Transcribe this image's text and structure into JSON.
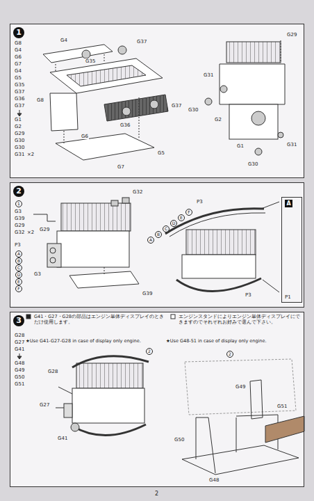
{
  "diagram": {
    "nodes": [
      {
        "text": [
          "1"
        ]
      },
      {
        "text": [
          "2"
        ]
      },
      {
        "text": [
          "3"
        ]
      },
      {
        "text": [
          "A",
          "P1"
        ],
        "in": 1
      }
    ],
    "labels": [
      "G8",
      "G4",
      "G6",
      "G7",
      "G4",
      "G5",
      "G35",
      "G37",
      "G36",
      "G37",
      "G1",
      "G2",
      "G29",
      "G30",
      "G30",
      "G31",
      "×2",
      "G4",
      "G37",
      "G35",
      "G8",
      "G6",
      "G36",
      "G37",
      "G5",
      "G7",
      "G29",
      "G31",
      "G30",
      "G2",
      "G1",
      "G30",
      "G31",
      "1",
      "G3",
      "G39",
      "G29",
      "G32",
      "×2",
      "P3",
      "A",
      "B",
      "C",
      "D",
      "E",
      "F",
      "G32",
      "G29",
      "G3",
      "G39",
      "A",
      "B",
      "C",
      "D",
      "E",
      "F",
      "P3",
      "P3",
      "G41・G27・G28の部品はエンジン単体ディスプレイのときだけ使用します。",
      "★Use G41-G27-G28 in case of display only engine.",
      "エンジンスタンドによりエンジン単体ディスプレイにできますのでそれぞれお好みで選んで下さい。",
      "★Use G48-51 in case of display only engine.",
      "G28",
      "G27",
      "G41",
      "G48",
      "G49",
      "G50",
      "G51",
      "G28",
      "G27",
      "G41",
      "2",
      "2",
      "G49",
      "G51",
      "G50",
      "G48",
      "2"
    ]
  }
}
